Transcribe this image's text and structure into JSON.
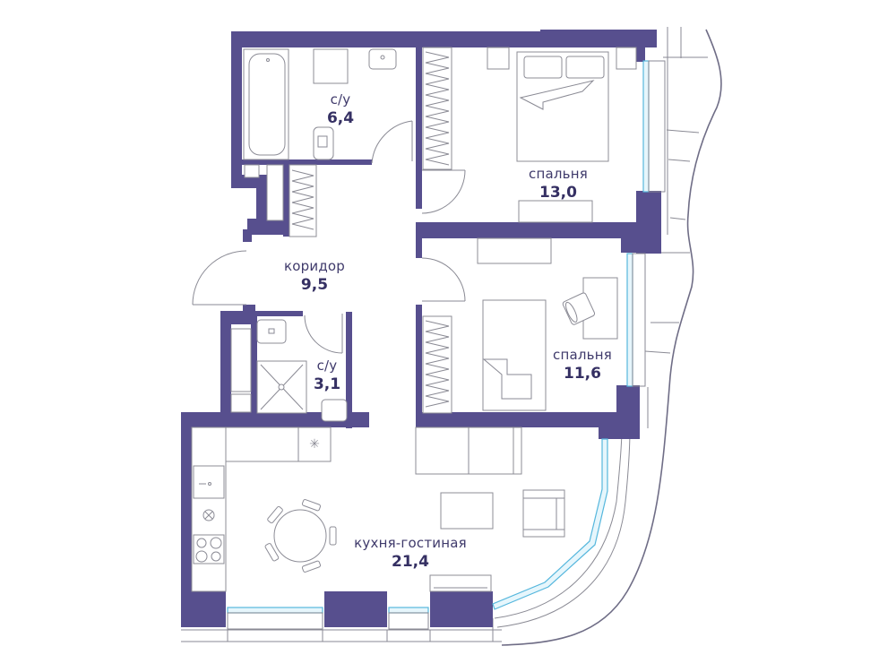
{
  "plan": {
    "colors": {
      "wall": "#574f8e",
      "glass": "#56b7dd",
      "label": "#3f3a6b",
      "lines": "#8c8c96"
    },
    "rooms": [
      {
        "id": "bathroom-1",
        "name": "с/у",
        "area": "6,4"
      },
      {
        "id": "bedroom-1",
        "name": "спальня",
        "area": "13,0"
      },
      {
        "id": "corridor",
        "name": "коридор",
        "area": "9,5"
      },
      {
        "id": "bedroom-2",
        "name": "спальня",
        "area": "11,6"
      },
      {
        "id": "bathroom-2",
        "name": "с/у",
        "area": "3,1"
      },
      {
        "id": "kitchen-living",
        "name": "кухня-гостиная",
        "area": "21,4"
      }
    ]
  }
}
